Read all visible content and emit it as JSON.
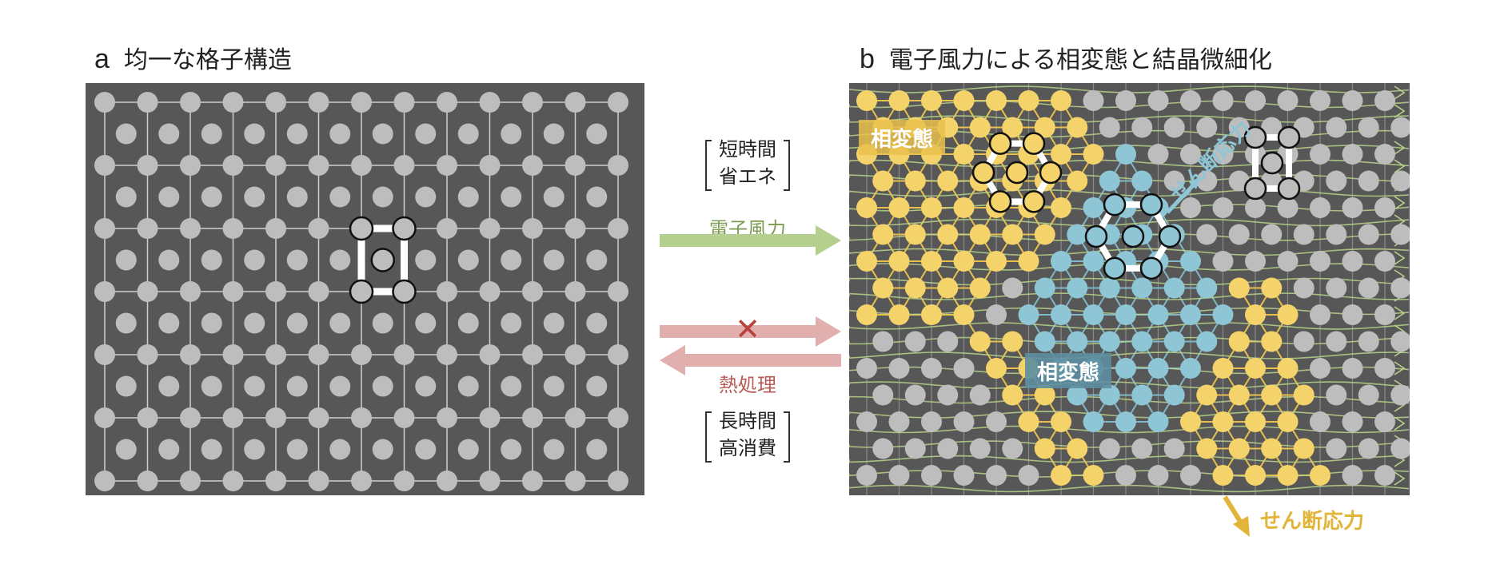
{
  "panel_a": {
    "letter": "a",
    "title": "均一な格子構造"
  },
  "panel_b": {
    "letter": "b",
    "title": "電子風力による相変態と結晶微細化",
    "label_yellow_phase": "相変態",
    "label_blue_phase": "相変態",
    "label_stress_inner": "せん断応力",
    "label_stress_outer": "せん断応力"
  },
  "middle": {
    "top_box": [
      "短時間",
      "省エネ"
    ],
    "electron_wind": "電子風力",
    "heat_treatment": "熱処理",
    "bottom_box": [
      "長時間",
      "高消費"
    ],
    "blocked_mark": "✕"
  },
  "colors": {
    "panel_bg": "#575757",
    "atom_gray": "#bdbdbd",
    "atom_yellow": "#f5d36b",
    "atom_blue": "#8fc6d6",
    "green_arrow": "#b5cf8f",
    "green_text": "#7c9a52",
    "red_arrow": "#e2afaf",
    "red_text": "#b85a56",
    "stress_gold": "#e2b53a"
  }
}
